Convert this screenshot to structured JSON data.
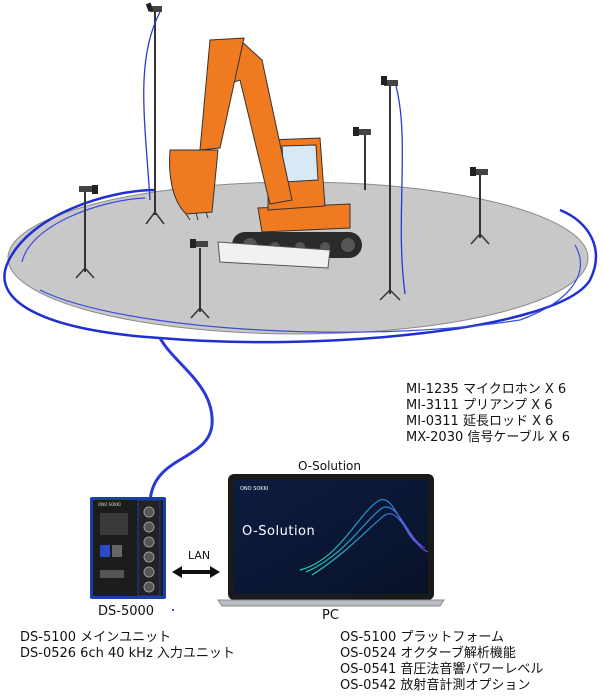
{
  "labels": {
    "o_solution_caption": "O-Solution",
    "lan": "LAN",
    "ds5000": "DS-5000",
    "pc": "PC",
    "screen_title": "O-Solution",
    "screen_brand": "ONO SOKKI",
    "hw_brand": "ONO SOKKI"
  },
  "sensor_parts": [
    "MI-1235 マイクロホン X 6",
    "MI-3111 プリアンプ X 6",
    "MI-0311 延長ロッド X 6",
    "MX-2030 信号ケーブル X 6"
  ],
  "hardware_parts": [
    "DS-5100 メインユニット",
    "DS-0526 6ch 40 kHz 入力ユニット"
  ],
  "software_parts": [
    "OS-5100 プラットフォーム",
    "OS-0524 オクターブ解析機能",
    "OS-0541 音圧法音響パワーレベル",
    "OS-0542 放射音計測オプション"
  ],
  "colors": {
    "excavator": "#f07a20",
    "ground": "#c8c8c8",
    "cable": "#2a2ad0",
    "hardware_body": "#1c1c1c",
    "hardware_frame": "#1a3fa8",
    "laptop_screen": "#0a1a3a",
    "wave": "#28c9b0"
  }
}
